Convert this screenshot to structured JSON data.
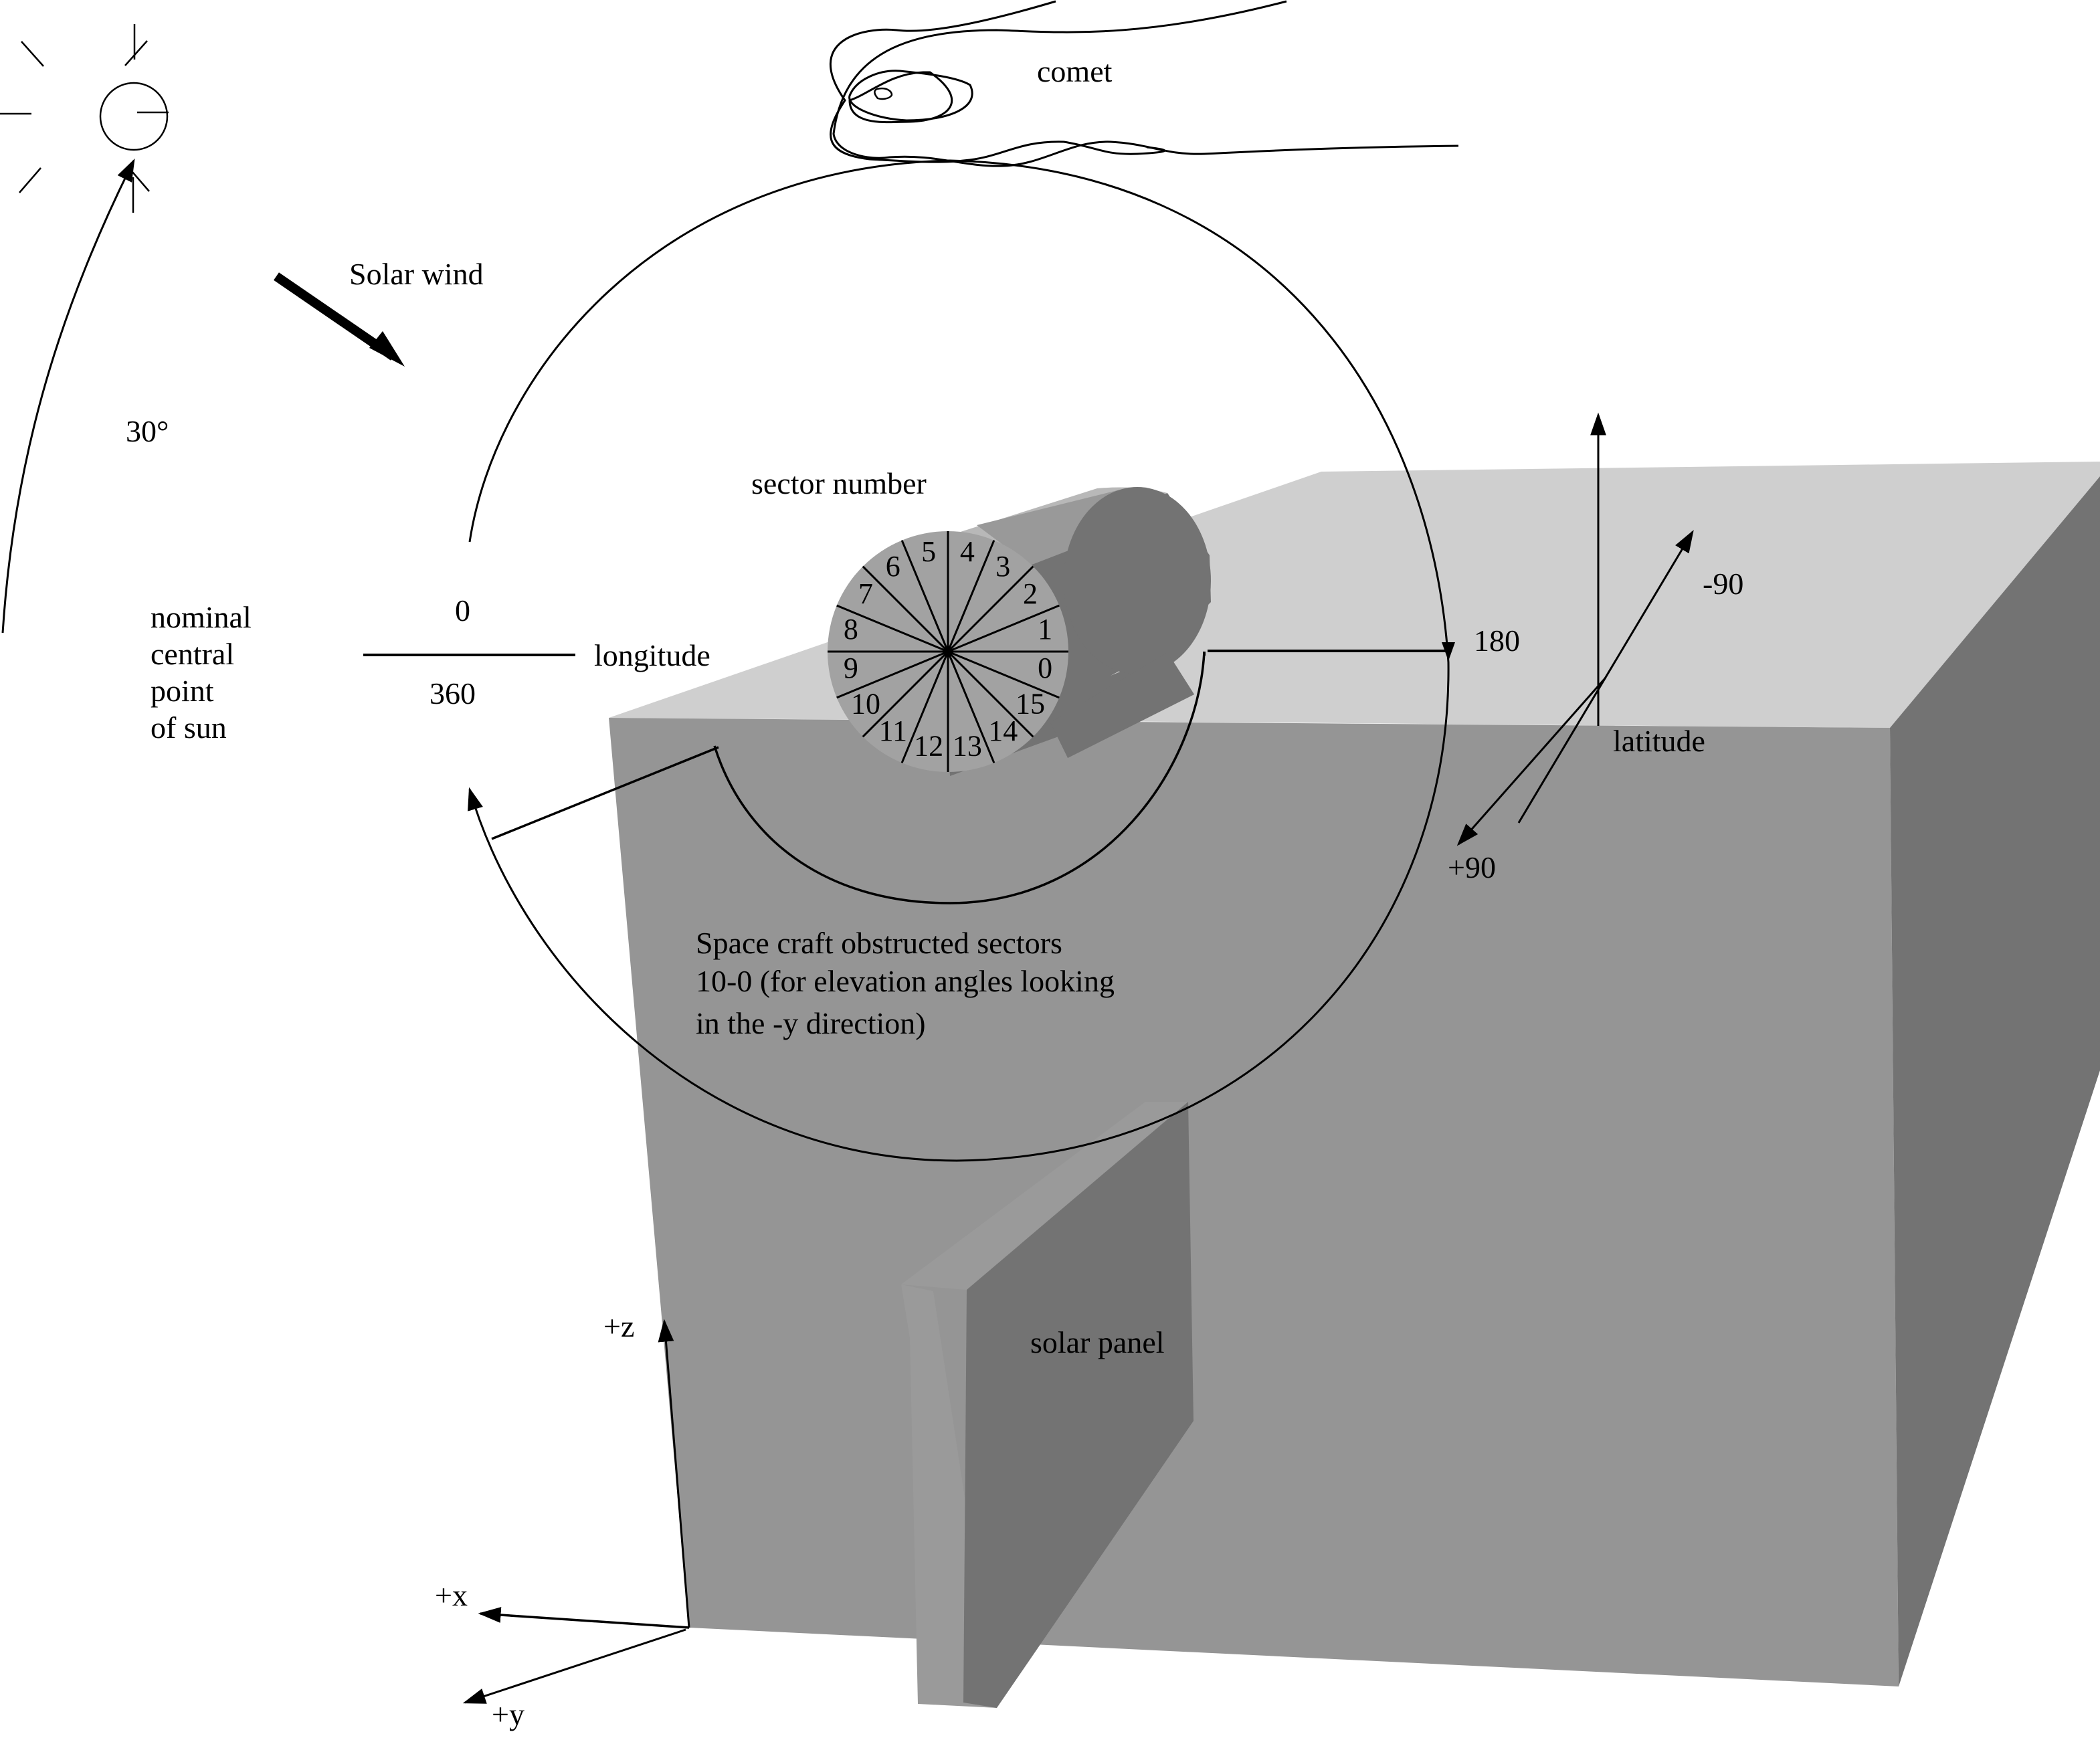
{
  "title": "Spacecraft sector geometry diagram",
  "labels": {
    "comet": "comet",
    "solar_wind": "Solar wind",
    "angle_30": "30°",
    "sector_number": "sector number",
    "nominal_line1": "nominal",
    "nominal_line2": "central",
    "nominal_line3": "point",
    "nominal_line4": "of sun",
    "lon_0": "0",
    "lon_360": "360",
    "longitude": "longitude",
    "lon_180": "180",
    "lat_minus90": "-90",
    "lat_plus90": "+90",
    "latitude": "latitude",
    "obstructed_line1": "Space craft obstructed sectors",
    "obstructed_line2": "10-0 (for elevation angles looking",
    "obstructed_line3": " in the -y direction)",
    "solar_panel": "solar panel",
    "axis_x": "+x",
    "axis_y": "+y",
    "axis_z": "+z"
  },
  "sectors": [
    "0",
    "1",
    "2",
    "3",
    "4",
    "5",
    "6",
    "7",
    "8",
    "9",
    "10",
    "11",
    "12",
    "13",
    "14",
    "15"
  ],
  "obstructed_sectors": {
    "from": 10,
    "to": 0
  },
  "colors": {
    "box_top": "#cfcfcf",
    "box_front": "#959595",
    "box_side": "#737373",
    "disk_face": "#a2a2a2",
    "cylinder_body": "#737373",
    "panel_edge": "#9a9a9a",
    "panel_face": "#737373"
  }
}
